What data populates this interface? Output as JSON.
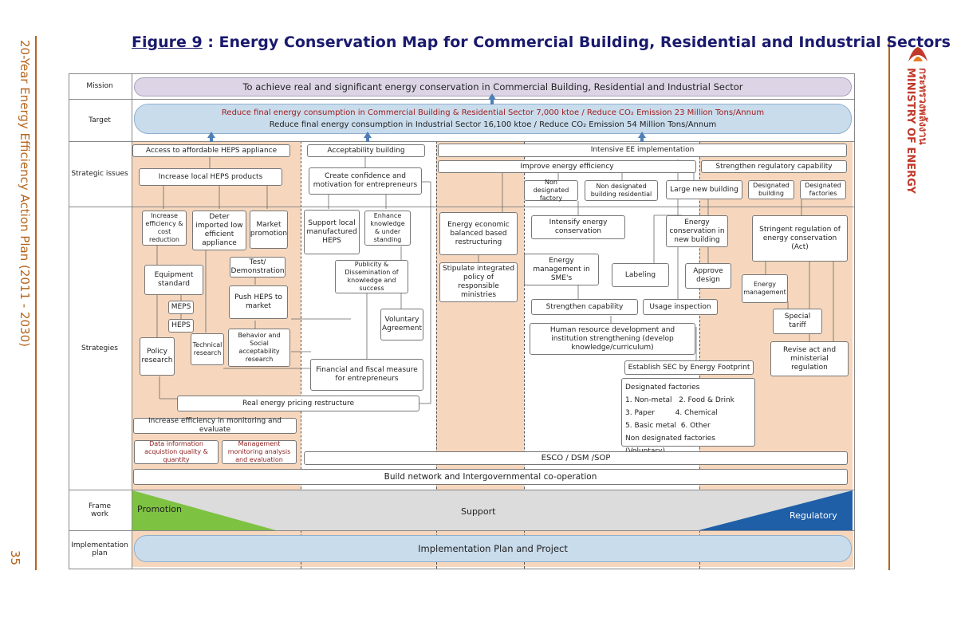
{
  "title": {
    "prefix": "Figure 9",
    "rest": " : Energy Conservation Map for Commercial Building, Residential and Industrial Sectors"
  },
  "side_left": "20-Year Energy Efficiency Action Plan (2011 - 2030)",
  "page_number": "35",
  "side_right": {
    "thai": "กระทรวงพลังงาน",
    "english": "MINISTRY OF ENERGY"
  },
  "rows": {
    "mission": "Mission",
    "target": "Target",
    "strategic_issues": "Strategic issues",
    "strategies": "Strategies",
    "framework": "Frame\nwork",
    "implementation": "Implementation\nplan"
  },
  "mission_text": "To achieve real and significant energy conservation in Commercial Building, Residential and Industrial Sector",
  "target_text_1": "Reduce final energy consumption in Commercial Building & Residential Sector 7,000 ktoe / Reduce CO₂ Emission 23 Million Tons/Annum",
  "target_text_2": "Reduce final energy consumption in Industrial Sector 16,100 ktoe / Reduce CO₂ Emission 54 Million Tons/Annum",
  "issues": {
    "access": "Access to affordable HEPS appliance",
    "increase_local": "Increase local HEPS products",
    "acceptability": "Acceptability building",
    "confidence": "Create confidence and motivation for entrepreneurs",
    "intensive": "Intensive EE implementation",
    "improve": "Improve energy efficiency",
    "strengthen_reg": "Strengthen regulatory capability",
    "non_des_factory": "Non designated factory",
    "non_des_building": "Non designated building residential",
    "large_building": "Large new building",
    "des_building": "Designated building",
    "des_factories": "Designated factories"
  },
  "strategies": {
    "increase_eff": "Increase efficiency & cost reduction",
    "deter": "Deter imported low efficient appliance",
    "market_promo": "Market promotion",
    "support_local": "Support local manufactured HEPS",
    "enhance": "Enhance knowledge & under standing",
    "test_demo": "Test/ Demonstration",
    "equipment": "Equipment standard",
    "publicity": "Publicity & Dissemination of knowledge and success",
    "push_heps": "Push HEPS to market",
    "meps": "MEPS",
    "heps": "HEPS",
    "behavior": "Behavior and Social acceptability research",
    "voluntary": "Voluntary Agreement",
    "policy": "Policy research",
    "technical": "Technical research",
    "financial": "Financial and fiscal measure for entrepreneurs",
    "real_pricing": "Real energy pricing restructure",
    "increase_monitor": "Increase efficiency in monitoring and evaluate",
    "data_info": "Data information acquistion quality & quantity",
    "mgmt_monitor": "Management monitoring analysis and evaluation",
    "energy_econ": "Energy economic balanced based restructuring",
    "stipulate": "Stipulate integrated policy of responsible ministries",
    "intensify": "Intensify energy conservation",
    "energy_mgmt_sme": "Energy management in SME's",
    "strengthen_cap": "Strengthen capability",
    "hr_dev": "Human resource development and institution strengthening (develop knowledge/curriculum)",
    "labeling": "Labeling",
    "usage_inspection": "Usage inspection",
    "ec_new_building": "Energy conservation in new building",
    "approve": "Approve design",
    "stringent": "Stringent regulation of energy conservation (Act)",
    "energy_mgmt": "Energy management",
    "special_tariff": "Special tariff",
    "revise_act": "Revise act and ministerial regulation",
    "establish_sec": "Establish SEC by Energy Footprint",
    "designated_factories_title": "Designated factories",
    "df_line1": "1. Non-metal   2. Food & Drink",
    "df_line2": "3. Paper         4. Chemical",
    "df_line3": "5. Basic metal  6. Other",
    "df_line4": "Non designated factories (Voluntary)",
    "esco": "ESCO / DSM /SOP",
    "build_network": "Build network and Intergovernmental co-operation"
  },
  "framework": {
    "promotion": "Promotion",
    "support": "Support",
    "regulatory": "Regulatory"
  },
  "implementation_text": "Implementation Plan and Project",
  "colors": {
    "accent": "#b5651d",
    "peach": "#f6d7bd",
    "pill_blue": "#c9dcec",
    "mission_purple": "#ddd5e6",
    "promotion_green": "#7ec242",
    "regulatory_blue": "#1f5fa8"
  }
}
